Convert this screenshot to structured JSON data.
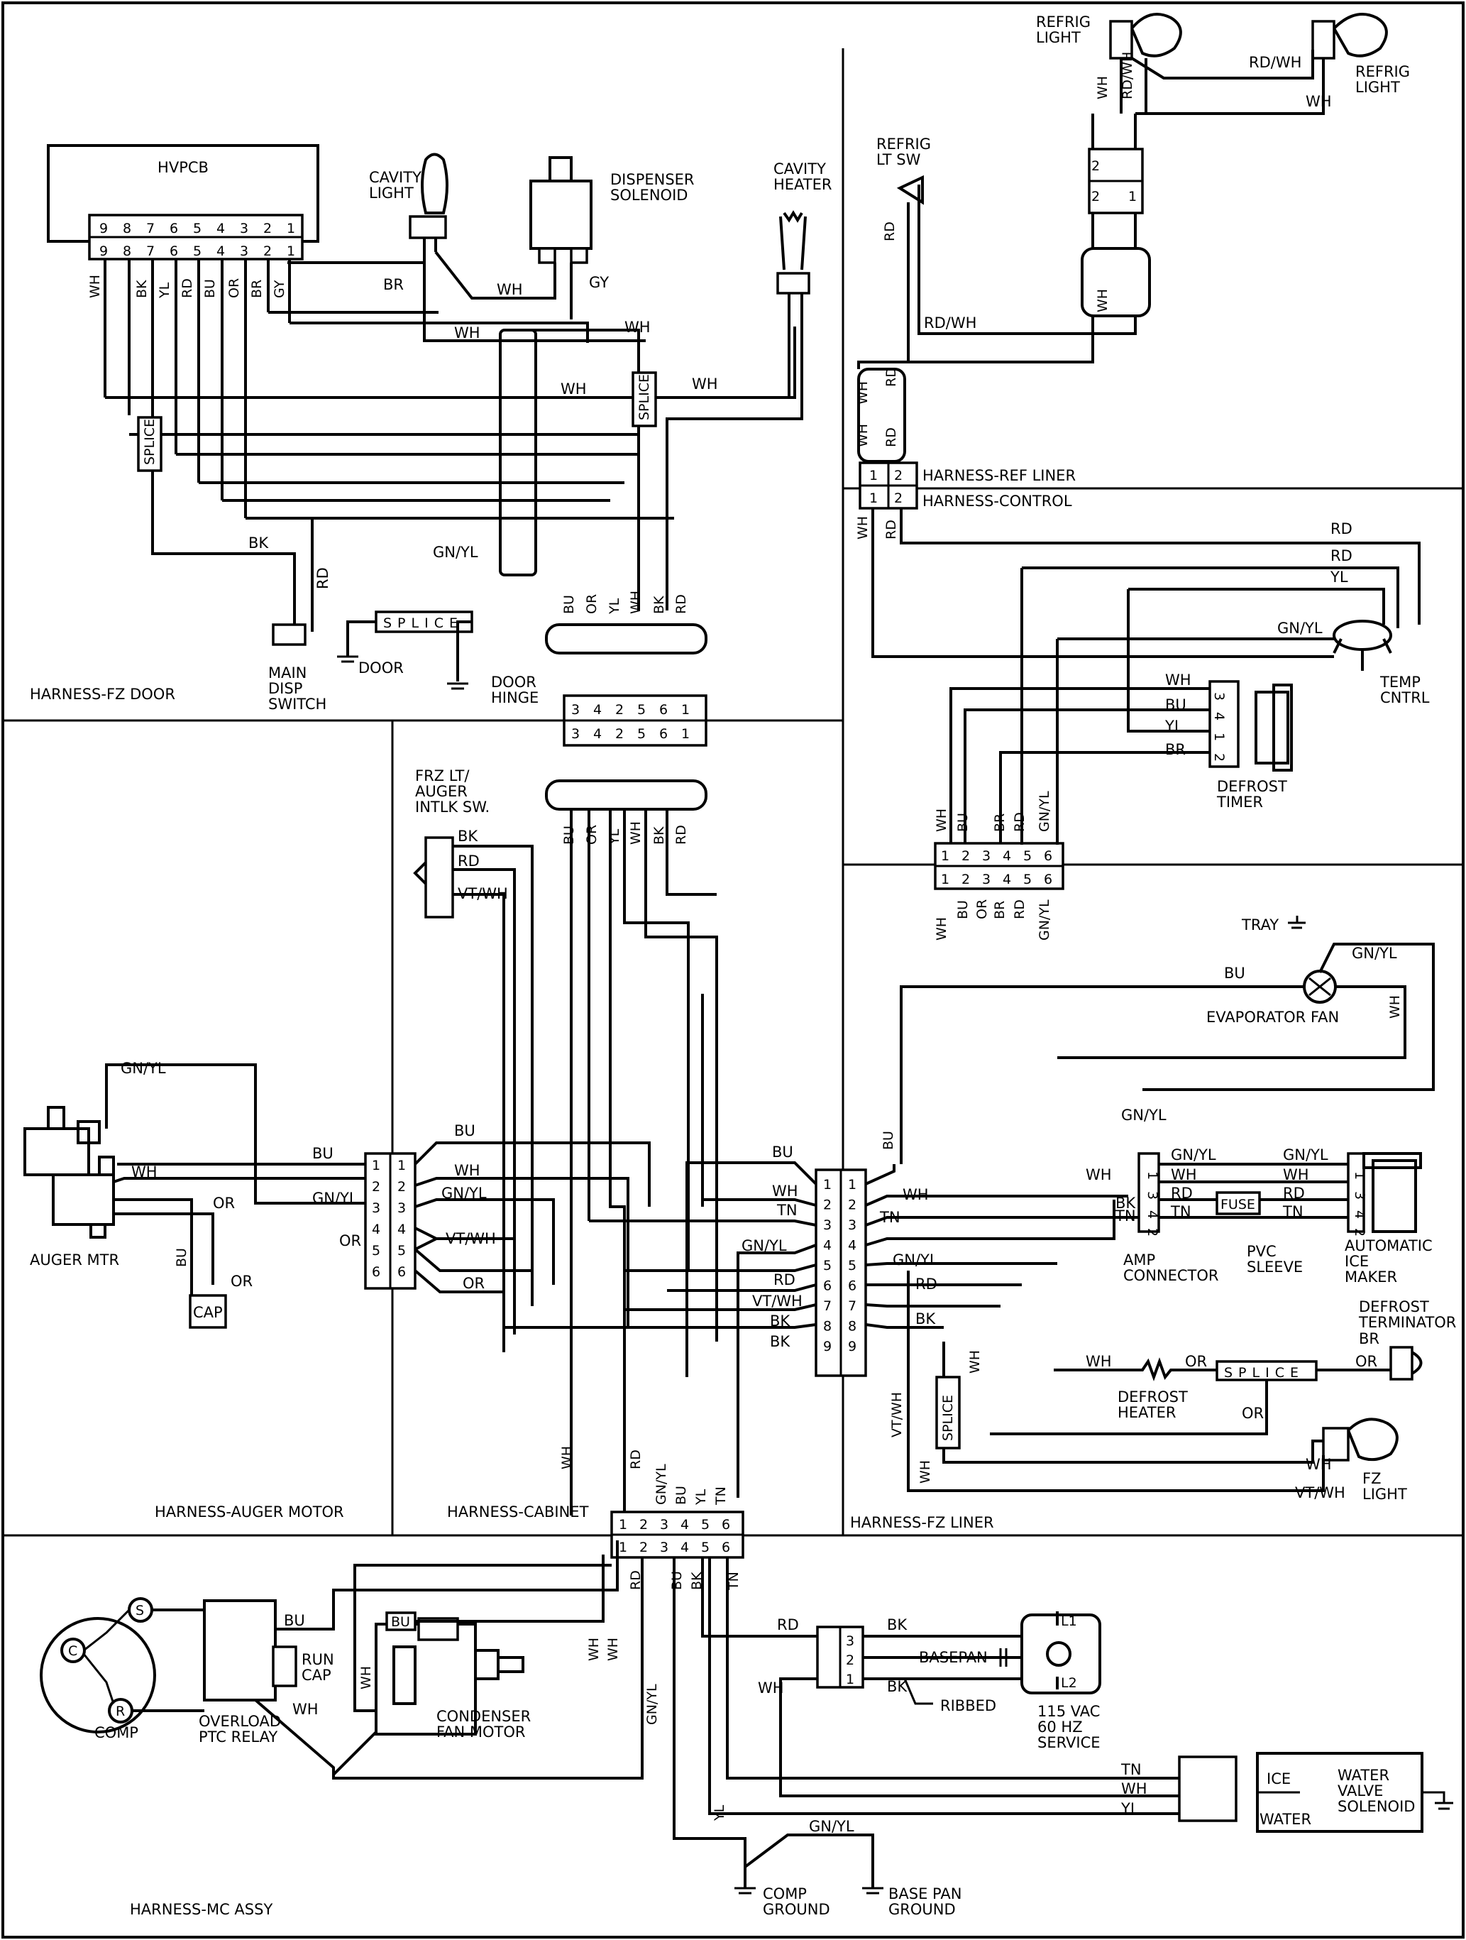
{
  "components": {
    "hvpcb": "HVPCB",
    "hvpcb_pins": [
      "9",
      "8",
      "7",
      "6",
      "5",
      "4",
      "3",
      "2",
      "1"
    ],
    "cavity_light": "CAVITY\nLIGHT",
    "dispenser_solenoid": "DISPENSER\nSOLENOID",
    "cavity_heater": "CAVITY\nHEATER",
    "refrig_light_1": "REFRIG\nLIGHT",
    "refrig_light_2": "REFRIG\nLIGHT",
    "refrig_lt_sw": "REFRIG\nLT SW",
    "main_disp_switch": "MAIN\nDISP\nSWITCH",
    "door": "DOOR",
    "door_hinge": "DOOR\nHINGE",
    "temp_cntrl": "TEMP\nCNTRL",
    "defrost_timer": "DEFROST\nTIMER",
    "frz_lt_auger": "FRZ LT/\nAUGER\nINTLK SW.",
    "tray": "TRAY",
    "evaporator_fan": "EVAPORATOR FAN",
    "auger_mtr": "AUGER MTR",
    "cap": "CAP",
    "amp_connector": "AMP\nCONNECTOR",
    "pvc_sleeve": "PVC\nSLEEVE",
    "fuse": "FUSE",
    "automatic_ice_maker": "AUTOMATIC\nICE\nMAKER",
    "defrost_terminator": "DEFROST\nTERMINATOR",
    "defrost_heater": "DEFROST\nHEATER",
    "fz_light": "FZ\nLIGHT",
    "comp": "COMP",
    "overload_ptc_relay": "OVERLOAD\nPTC RELAY",
    "run_cap": "RUN\nCAP",
    "condenser_fan_motor": "CONDENSER\nFAN MOTOR",
    "basepan": "BASEPAN",
    "ribbed": "RIBBED",
    "service": "115 VAC\n60 HZ\nSERVICE",
    "ice": "ICE",
    "water": "WATER",
    "water_valve_solenoid": "WATER\nVALVE\nSOLENOID",
    "comp_ground": "COMP\nGROUND",
    "base_pan_ground": "BASE PAN\nGROUND",
    "splice": "SPLICE"
  },
  "harnesses": {
    "fz_door": "HARNESS-FZ DOOR",
    "ref_liner": "HARNESS-REF LINER",
    "control": "HARNESS-CONTROL",
    "auger_motor": "HARNESS-AUGER MOTOR",
    "cabinet": "HARNESS-CABINET",
    "fz_liner": "HARNESS-FZ LINER",
    "mc_assy": "HARNESS-MC ASSY"
  },
  "wire_colors": {
    "WH": "WH",
    "BK": "BK",
    "YL": "YL",
    "RD": "RD",
    "BU": "BU",
    "OR": "OR",
    "BR": "BR",
    "GY": "GY",
    "TN": "TN",
    "GN_YL": "GN/YL",
    "RD_WH": "RD/WH",
    "VT_WH": "VT/WH"
  }
}
